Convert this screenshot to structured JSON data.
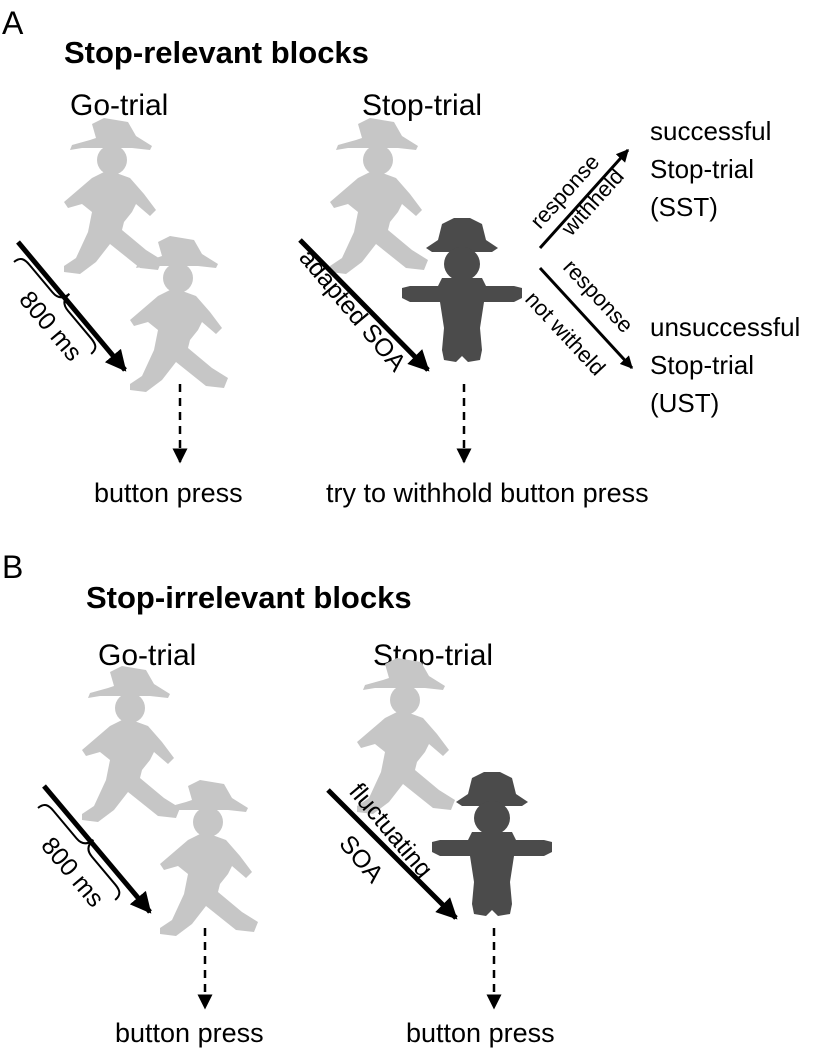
{
  "panel_a": {
    "letter": "A",
    "heading": "Stop-relevant blocks",
    "go_trial": {
      "title": "Go-trial",
      "delay": "800 ms",
      "result": "button press",
      "first_figure_icon": "walking-figure-icon",
      "second_figure_icon": "walking-figure-icon"
    },
    "stop_trial": {
      "title": "Stop-trial",
      "delay": "adapted SOA",
      "result": "try to withhold button press",
      "first_figure_icon": "walking-figure-icon",
      "second_figure_icon": "standing-figure-icon",
      "branch_withheld": {
        "line1": "response",
        "line2": "withheld"
      },
      "branch_not_withheld": {
        "line1": "response",
        "line2": "not witheld"
      },
      "outcome_success": {
        "line1": "successful",
        "line2": "Stop-trial",
        "line3": "(SST)"
      },
      "outcome_fail": {
        "line1": "unsuccessful",
        "line2": "Stop-trial",
        "line3": "(UST)"
      }
    }
  },
  "panel_b": {
    "letter": "B",
    "heading": "Stop-irrelevant blocks",
    "go_trial": {
      "title": "Go-trial",
      "delay": "800 ms",
      "result": "button press",
      "first_figure_icon": "walking-figure-icon",
      "second_figure_icon": "walking-figure-icon"
    },
    "stop_trial": {
      "title": "Stop-trial",
      "delay_line1": "fluctuating",
      "delay_line2": "SOA",
      "result": "button press",
      "first_figure_icon": "walking-figure-icon",
      "second_figure_icon": "standing-figure-icon"
    }
  },
  "colors": {
    "go_figure": "#c6c6c6",
    "stop_figure": "#4b4b4b",
    "text_and_arrows": "#000000"
  }
}
